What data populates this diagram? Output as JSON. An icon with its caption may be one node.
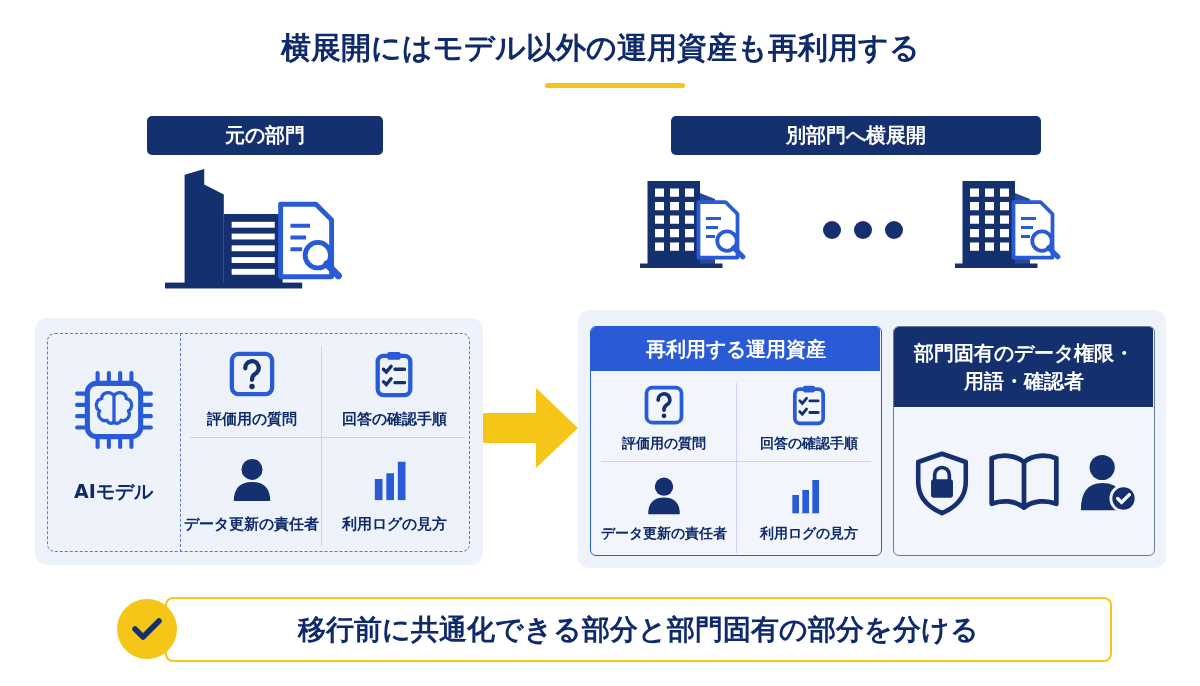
{
  "diagram": {
    "title": "横展開にはモデル以外の運用資産も再利用する",
    "nodes": [
      {
        "text": [
          "元の部門"
        ]
      },
      {
        "text": [
          "別部門へ横展開"
        ]
      },
      {
        "text": [],
        "shape": "box"
      },
      {
        "text": [
          "AIモデル"
        ],
        "in": 2
      },
      {
        "text": [
          "評価用の質問"
        ],
        "in": 2
      },
      {
        "text": [
          "回答の確認手順"
        ],
        "in": 2
      },
      {
        "text": [
          "データ更新の責任者"
        ],
        "in": 2
      },
      {
        "text": [
          "利用ログの見方"
        ],
        "in": 2
      },
      {
        "text": [],
        "shape": "box"
      },
      {
        "text": [
          "再利用する運用資産"
        ],
        "in": 8
      },
      {
        "text": [
          "評価用の質問"
        ],
        "in": 9
      },
      {
        "text": [
          "回答の確認手順"
        ],
        "in": 9
      },
      {
        "text": [
          "データ更新の責任者"
        ],
        "in": 9
      },
      {
        "text": [
          "利用ログの見方"
        ],
        "in": 9
      },
      {
        "text": [
          "部門固有のデータ権限・用語・確認者"
        ],
        "in": 8
      },
      {
        "text": [
          "移行前に共通化できる部分と部門固有の部分を分ける"
        ]
      }
    ],
    "edges": [
      {
        "from": 2,
        "to": 8,
        "arrow": "to",
        "style": "thick",
        "color": "#f5c518"
      }
    ]
  }
}
